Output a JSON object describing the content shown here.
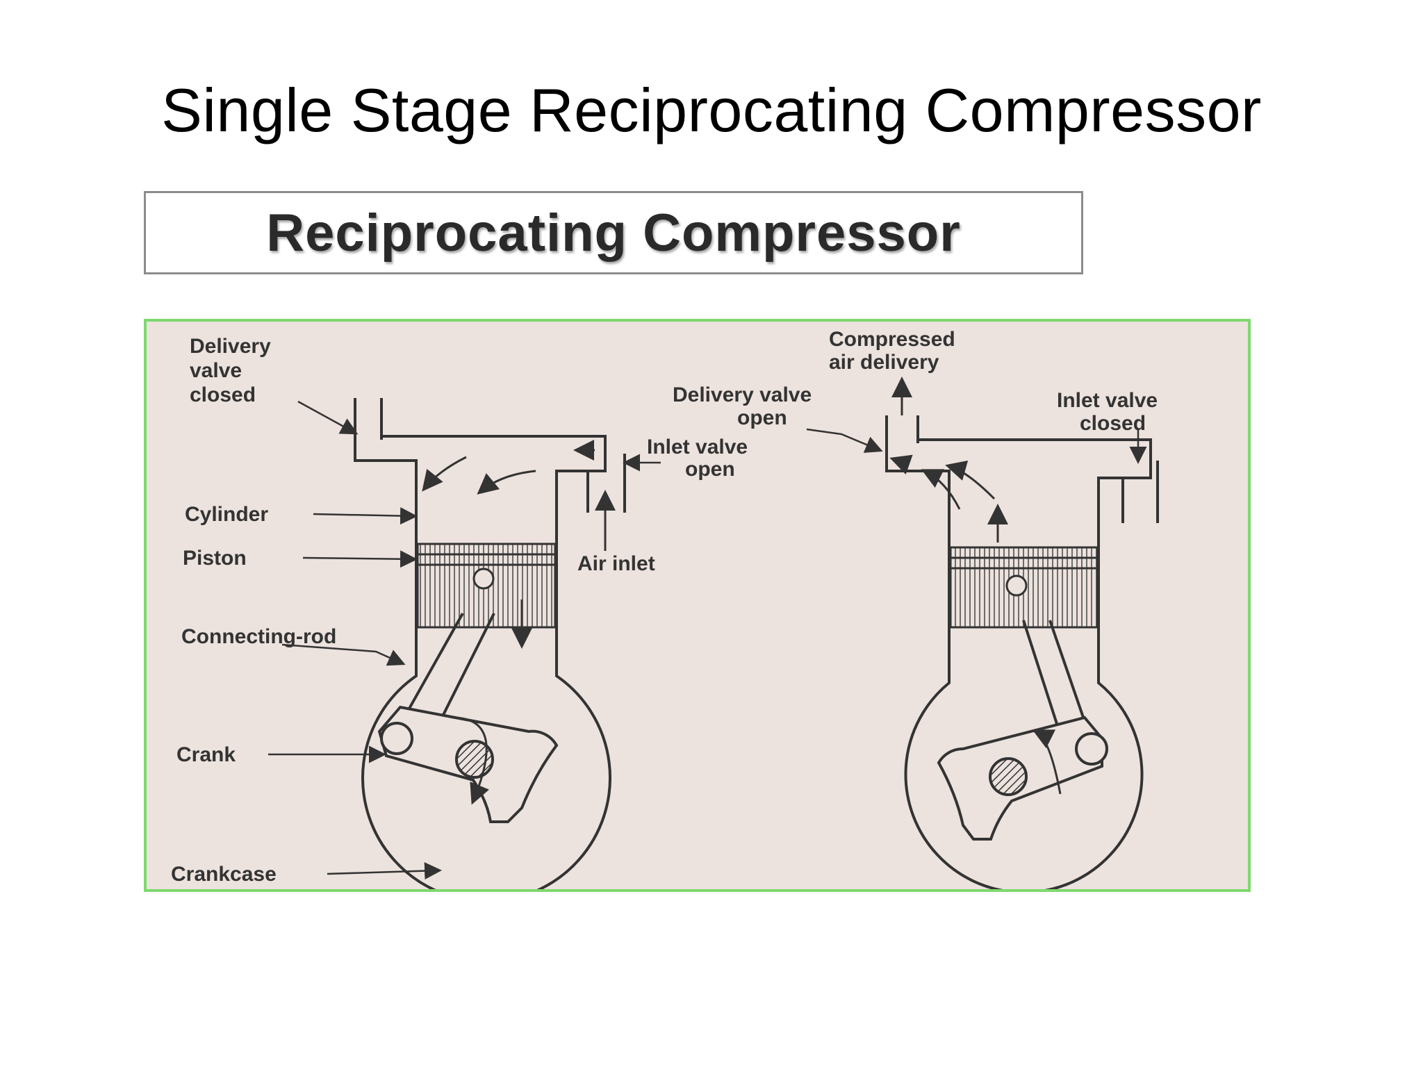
{
  "slide": {
    "title": "Single Stage Reciprocating Compressor"
  },
  "banner": {
    "title": "Reciprocating Compressor"
  },
  "diagram": {
    "colors": {
      "background": "#ece2de",
      "border": "#7fd86f",
      "ink": "#333333"
    },
    "left_labels": {
      "delivery_valve_closed": [
        "Delivery",
        "valve",
        "closed"
      ],
      "cylinder": "Cylinder",
      "piston": "Piston",
      "connecting_rod": "Connecting-rod",
      "crank": "Crank",
      "crankcase": "Crankcase",
      "inlet_valve_open": [
        "Inlet valve",
        "open"
      ],
      "air_inlet": "Air inlet"
    },
    "right_labels": {
      "compressed_air_delivery": [
        "Compressed",
        "air delivery"
      ],
      "delivery_valve_open": [
        "Delivery valve",
        "open"
      ],
      "inlet_valve_closed": [
        "Inlet valve",
        "closed"
      ]
    }
  }
}
